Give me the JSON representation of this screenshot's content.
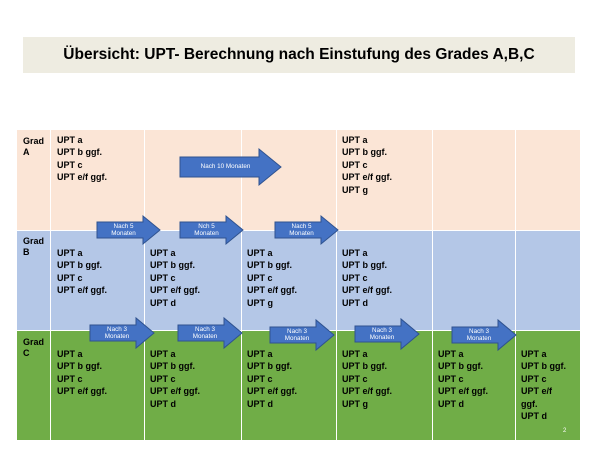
{
  "title": "Übersicht: UPT- Berechnung nach Einstufung des Grades A,B,C",
  "grades": [
    {
      "label": "Grad\nA"
    },
    {
      "label": "Grad\nB"
    },
    {
      "label": "Grad\nC"
    }
  ],
  "cells": {
    "a1": [
      "UPT a",
      "UPT b ggf.",
      "UPT c",
      "UPT e/f ggf."
    ],
    "a4": [
      "UPT a",
      "UPT b ggf.",
      "UPT c",
      "UPT e/f ggf.",
      "UPT g"
    ],
    "b1": [
      "UPT a",
      "UPT b ggf.",
      "UPT c",
      "UPT e/f ggf."
    ],
    "b2": [
      "UPT a",
      "UPT b ggf.",
      "UPT c",
      "UPT e/f ggf.",
      "UPT d"
    ],
    "b3": [
      "UPT a",
      "UPT b ggf.",
      "UPT c",
      "UPT e/f ggf.",
      "UPT g"
    ],
    "b4": [
      "UPT a",
      "UPT b ggf.",
      "UPT c",
      "UPT e/f ggf.",
      "UPT d"
    ],
    "c1": [
      "UPT a",
      "UPT b ggf.",
      "UPT c",
      "UPT e/f ggf."
    ],
    "c2": [
      "UPT a",
      "UPT b ggf.",
      "UPT c",
      "UPT e/f ggf.",
      "UPT d"
    ],
    "c3": [
      "UPT a",
      "UPT b ggf.",
      "UPT c",
      "UPT e/f ggf.",
      "UPT d"
    ],
    "c4": [
      "UPT a",
      "UPT b ggf.",
      "UPT c",
      "UPT e/f ggf.",
      "UPT g"
    ],
    "c5": [
      "UPT a",
      "UPT b ggf.",
      "UPT c",
      "UPT e/f ggf.",
      "UPT d"
    ],
    "c6": [
      "UPT a",
      "UPT b ggf.",
      "UPT c",
      "UPT e/f",
      "ggf.",
      "UPT d"
    ]
  },
  "arrows": {
    "a": "Nach 10 Monaten",
    "b1": "Nach 5\nMonaten",
    "b2": "Nch 5\nMonaten",
    "b3": "Nach 5\nMonaten",
    "c1": "Nach 3\nMonaten",
    "c2": "Nach 3\nMonaten",
    "c3": "Nach 3\nMonaten",
    "c4": "Nach 3\nMonaten",
    "c5": "Nach 3\nMonaten"
  },
  "page_number": "2",
  "colors": {
    "grade_a": "#fbe5d6",
    "grade_b": "#b4c7e7",
    "grade_c": "#70ad47",
    "arrow_fill": "#4472c4",
    "arrow_stroke": "#2f528f"
  }
}
